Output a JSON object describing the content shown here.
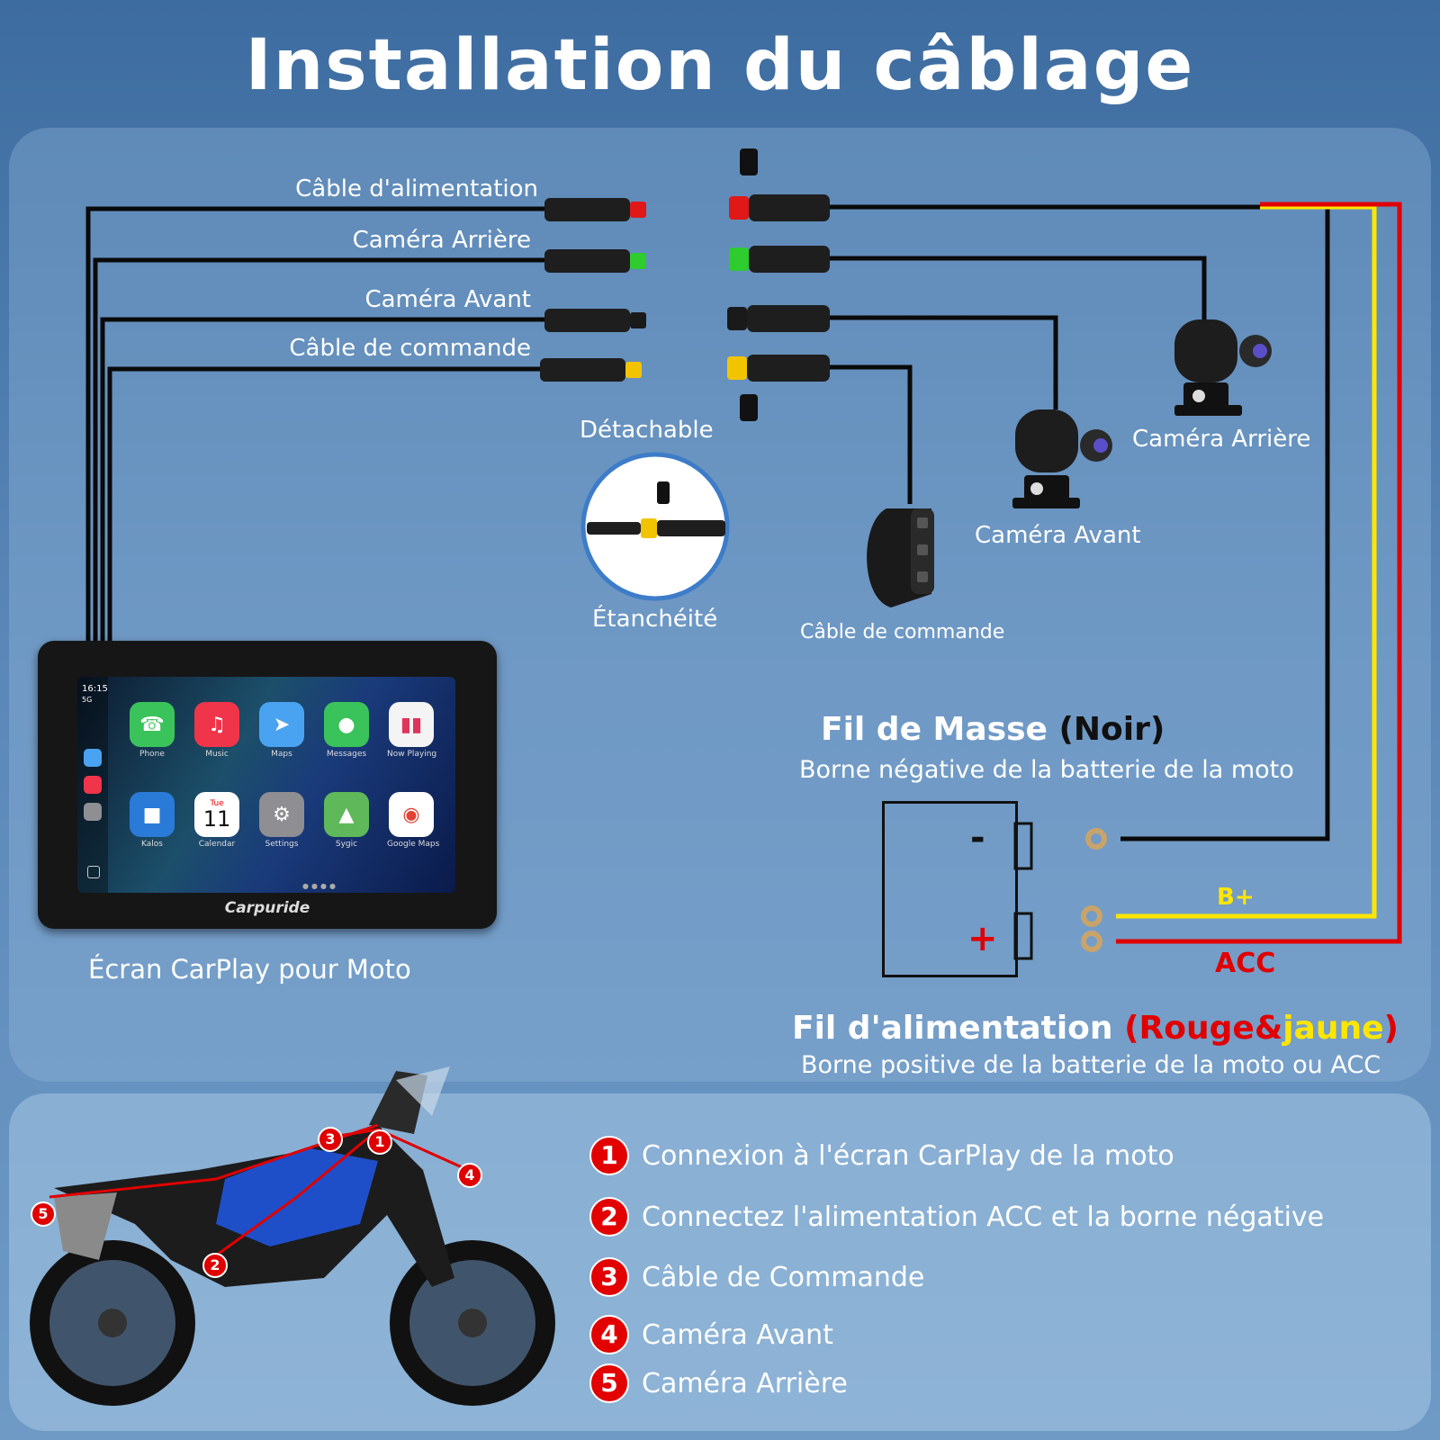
{
  "title": "Installation du câblage",
  "connectors_left": [
    {
      "label": "Câble d'alimentation",
      "color": "#e01818"
    },
    {
      "label": "Caméra Arrière",
      "color": "#2ecc2e"
    },
    {
      "label": "Caméra Avant",
      "color": "#1a1a1a"
    },
    {
      "label": "Câble de commande",
      "color": "#f2c400"
    }
  ],
  "waterproof": {
    "top_label": "Détachable",
    "bottom_label": "Étanchéité"
  },
  "devices": {
    "rear_camera": "Caméra Arrière",
    "front_camera": "Caméra Avant",
    "control_cable": "Câble de commande"
  },
  "screen": {
    "caption": "Écran CarPlay pour Moto",
    "brand": "Carpuride",
    "time": "16:15",
    "network": "5G",
    "apps": [
      {
        "name": "Phone",
        "icon": "phone-icon",
        "color": "#3ac35a"
      },
      {
        "name": "Music",
        "icon": "music-icon",
        "color": "#f0344a"
      },
      {
        "name": "Maps",
        "icon": "maps-icon",
        "color": "#4aa3f0"
      },
      {
        "name": "Messages",
        "icon": "messages-icon",
        "color": "#3ac35a"
      },
      {
        "name": "Now Playing",
        "icon": "now-playing-icon",
        "color": "#f4f4f4"
      },
      {
        "name": "Kalos",
        "icon": "kalos-icon",
        "color": "#2a7ad8"
      },
      {
        "name": "Calendar",
        "icon": "calendar-icon",
        "color": "#ffffff"
      },
      {
        "name": "Settings",
        "icon": "settings-icon",
        "color": "#8e8e93"
      },
      {
        "name": "Sygic",
        "icon": "sygic-icon",
        "color": "#5fb85a"
      },
      {
        "name": "Google Maps",
        "icon": "google-maps-icon",
        "color": "#ffffff"
      }
    ],
    "calendar_day": "Tue",
    "calendar_date": "11"
  },
  "ground": {
    "title": "Fil de Masse",
    "color_note": "(Noir)",
    "desc": "Borne négative de la batterie de la moto",
    "minus": "-",
    "plus": "+"
  },
  "power": {
    "title": "Fil d'alimentation",
    "open": "(",
    "red_word": "Rouge&",
    "yellow_word": "jaune",
    "close": ")",
    "desc": "Borne positive de la batterie de la moto ou ACC",
    "b_plus": "B+",
    "acc": "ACC"
  },
  "steps": [
    {
      "num": "1",
      "text": "Connexion à l'écran CarPlay de la moto"
    },
    {
      "num": "2",
      "text": "Connectez l'alimentation ACC et la borne négative"
    },
    {
      "num": "3",
      "text": "Câble de Commande"
    },
    {
      "num": "4",
      "text": "Caméra Avant"
    },
    {
      "num": "5",
      "text": "Caméra Arrière"
    }
  ],
  "colors": {
    "red": "#e00000",
    "yellow": "#ffe600",
    "black": "#0a0a0a",
    "accent": "#3d6ca0"
  }
}
